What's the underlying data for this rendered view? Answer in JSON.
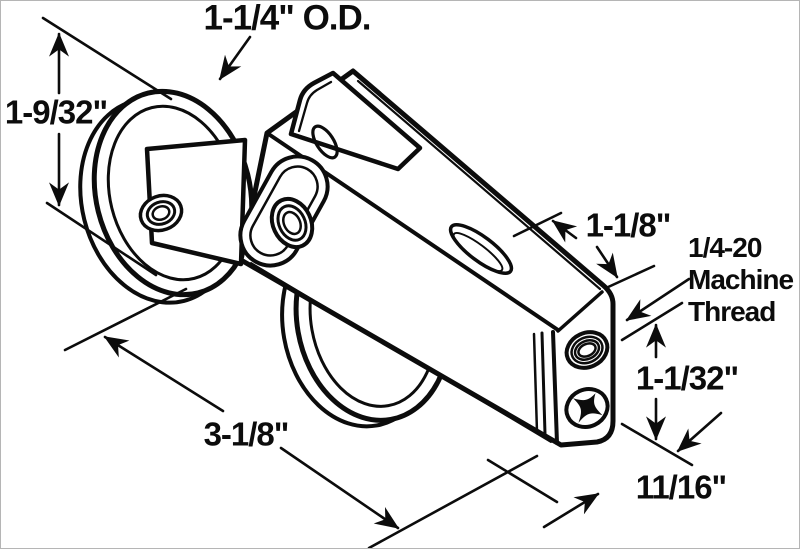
{
  "page": {
    "background_color": "#ffffff",
    "border_color": "#b5b5b5",
    "line_color": "#0c0c0c"
  },
  "diagram": {
    "annotations": {
      "od": {
        "label": "1-1/4\" O.D."
      },
      "roller_height": {
        "label": "1-9/32\""
      },
      "housing_width": {
        "label": "1-1/8\""
      },
      "thread": {
        "lines": [
          "1/4-20",
          "Machine",
          "Thread"
        ]
      },
      "block_height": {
        "label": "1-1/32\""
      },
      "housing_length": {
        "label": "3-1/8\""
      },
      "block_width": {
        "label": "11/16\""
      }
    }
  }
}
